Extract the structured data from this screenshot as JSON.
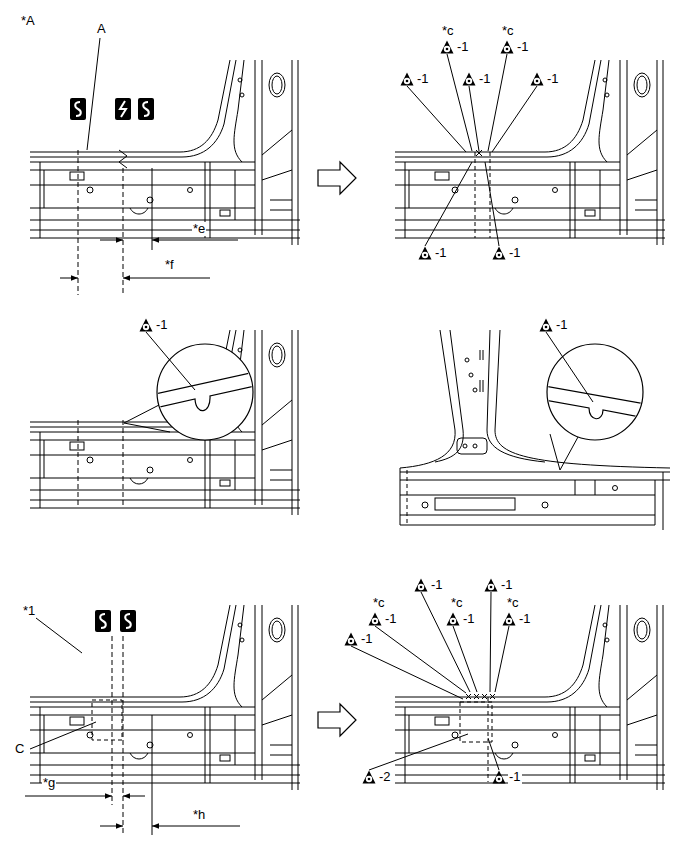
{
  "diagram": {
    "labels": [
      "*A",
      "A",
      "*e",
      "*f",
      "*c",
      "-1",
      "*c",
      "-1",
      "-1",
      "-1",
      "-1",
      "-1",
      "-1",
      "-1",
      "-1",
      "*1",
      "C",
      "*g",
      "*h",
      "-1",
      "-1",
      "*c",
      "-1",
      "*c",
      "-1",
      "*c",
      "-1",
      "-1",
      "-2",
      "-1"
    ]
  }
}
